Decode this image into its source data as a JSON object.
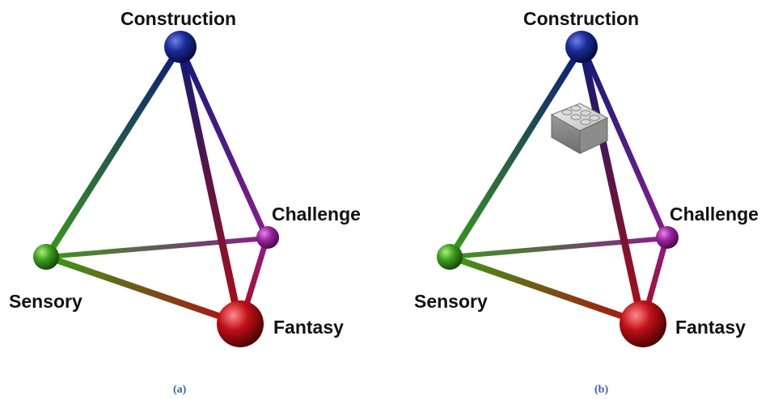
{
  "panels": [
    {
      "caption": "(a)",
      "nodes": {
        "construction": {
          "label": "Construction",
          "color": "#0d1b7a"
        },
        "challenge": {
          "label": "Challenge",
          "color": "#8a1d8c"
        },
        "sensory": {
          "label": "Sensory",
          "color": "#3a9a1a"
        },
        "fantasy": {
          "label": "Fantasy",
          "color": "#b00d12"
        }
      },
      "has_lego_brick": false
    },
    {
      "caption": "(b)",
      "nodes": {
        "construction": {
          "label": "Construction",
          "color": "#0d1b7a"
        },
        "challenge": {
          "label": "Challenge",
          "color": "#8a1d8c"
        },
        "sensory": {
          "label": "Sensory",
          "color": "#3a9a1a"
        },
        "fantasy": {
          "label": "Fantasy",
          "color": "#b00d12"
        }
      },
      "has_lego_brick": true
    }
  ]
}
